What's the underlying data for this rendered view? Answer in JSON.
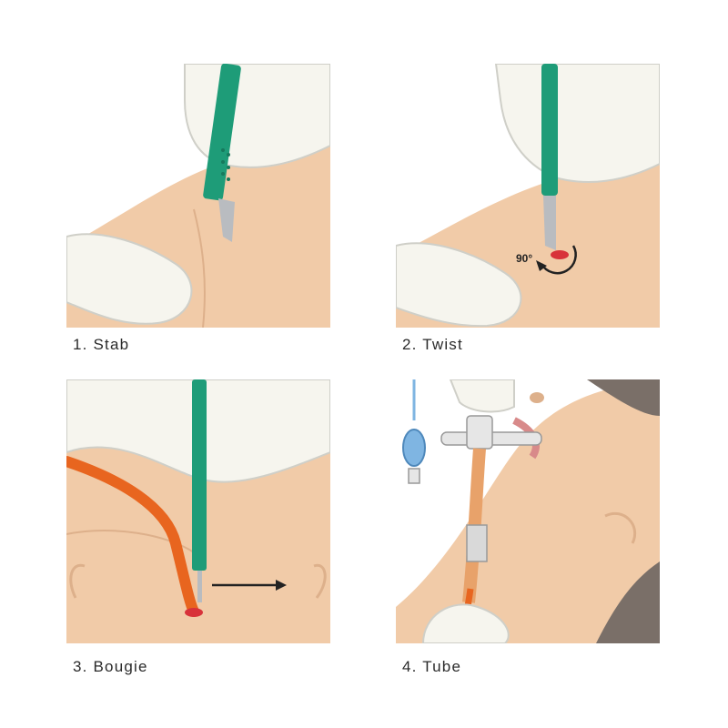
{
  "steps": [
    {
      "caption": "1. Stab"
    },
    {
      "caption": "2. Twist",
      "angle_label": "90°"
    },
    {
      "caption": "3. Bougie"
    },
    {
      "caption": "4. Tube"
    }
  ],
  "colors": {
    "skin": "#f1cba8",
    "skin_shadow": "#ddb08b",
    "glove": "#f6f5ee",
    "scalpel_green": "#1e9c78",
    "blade": "#b9bcc0",
    "bougie_orange": "#e8651f",
    "cuff_blue": "#7fb5e2",
    "incision_red": "#d8323a",
    "hair": "#7a6f68"
  }
}
